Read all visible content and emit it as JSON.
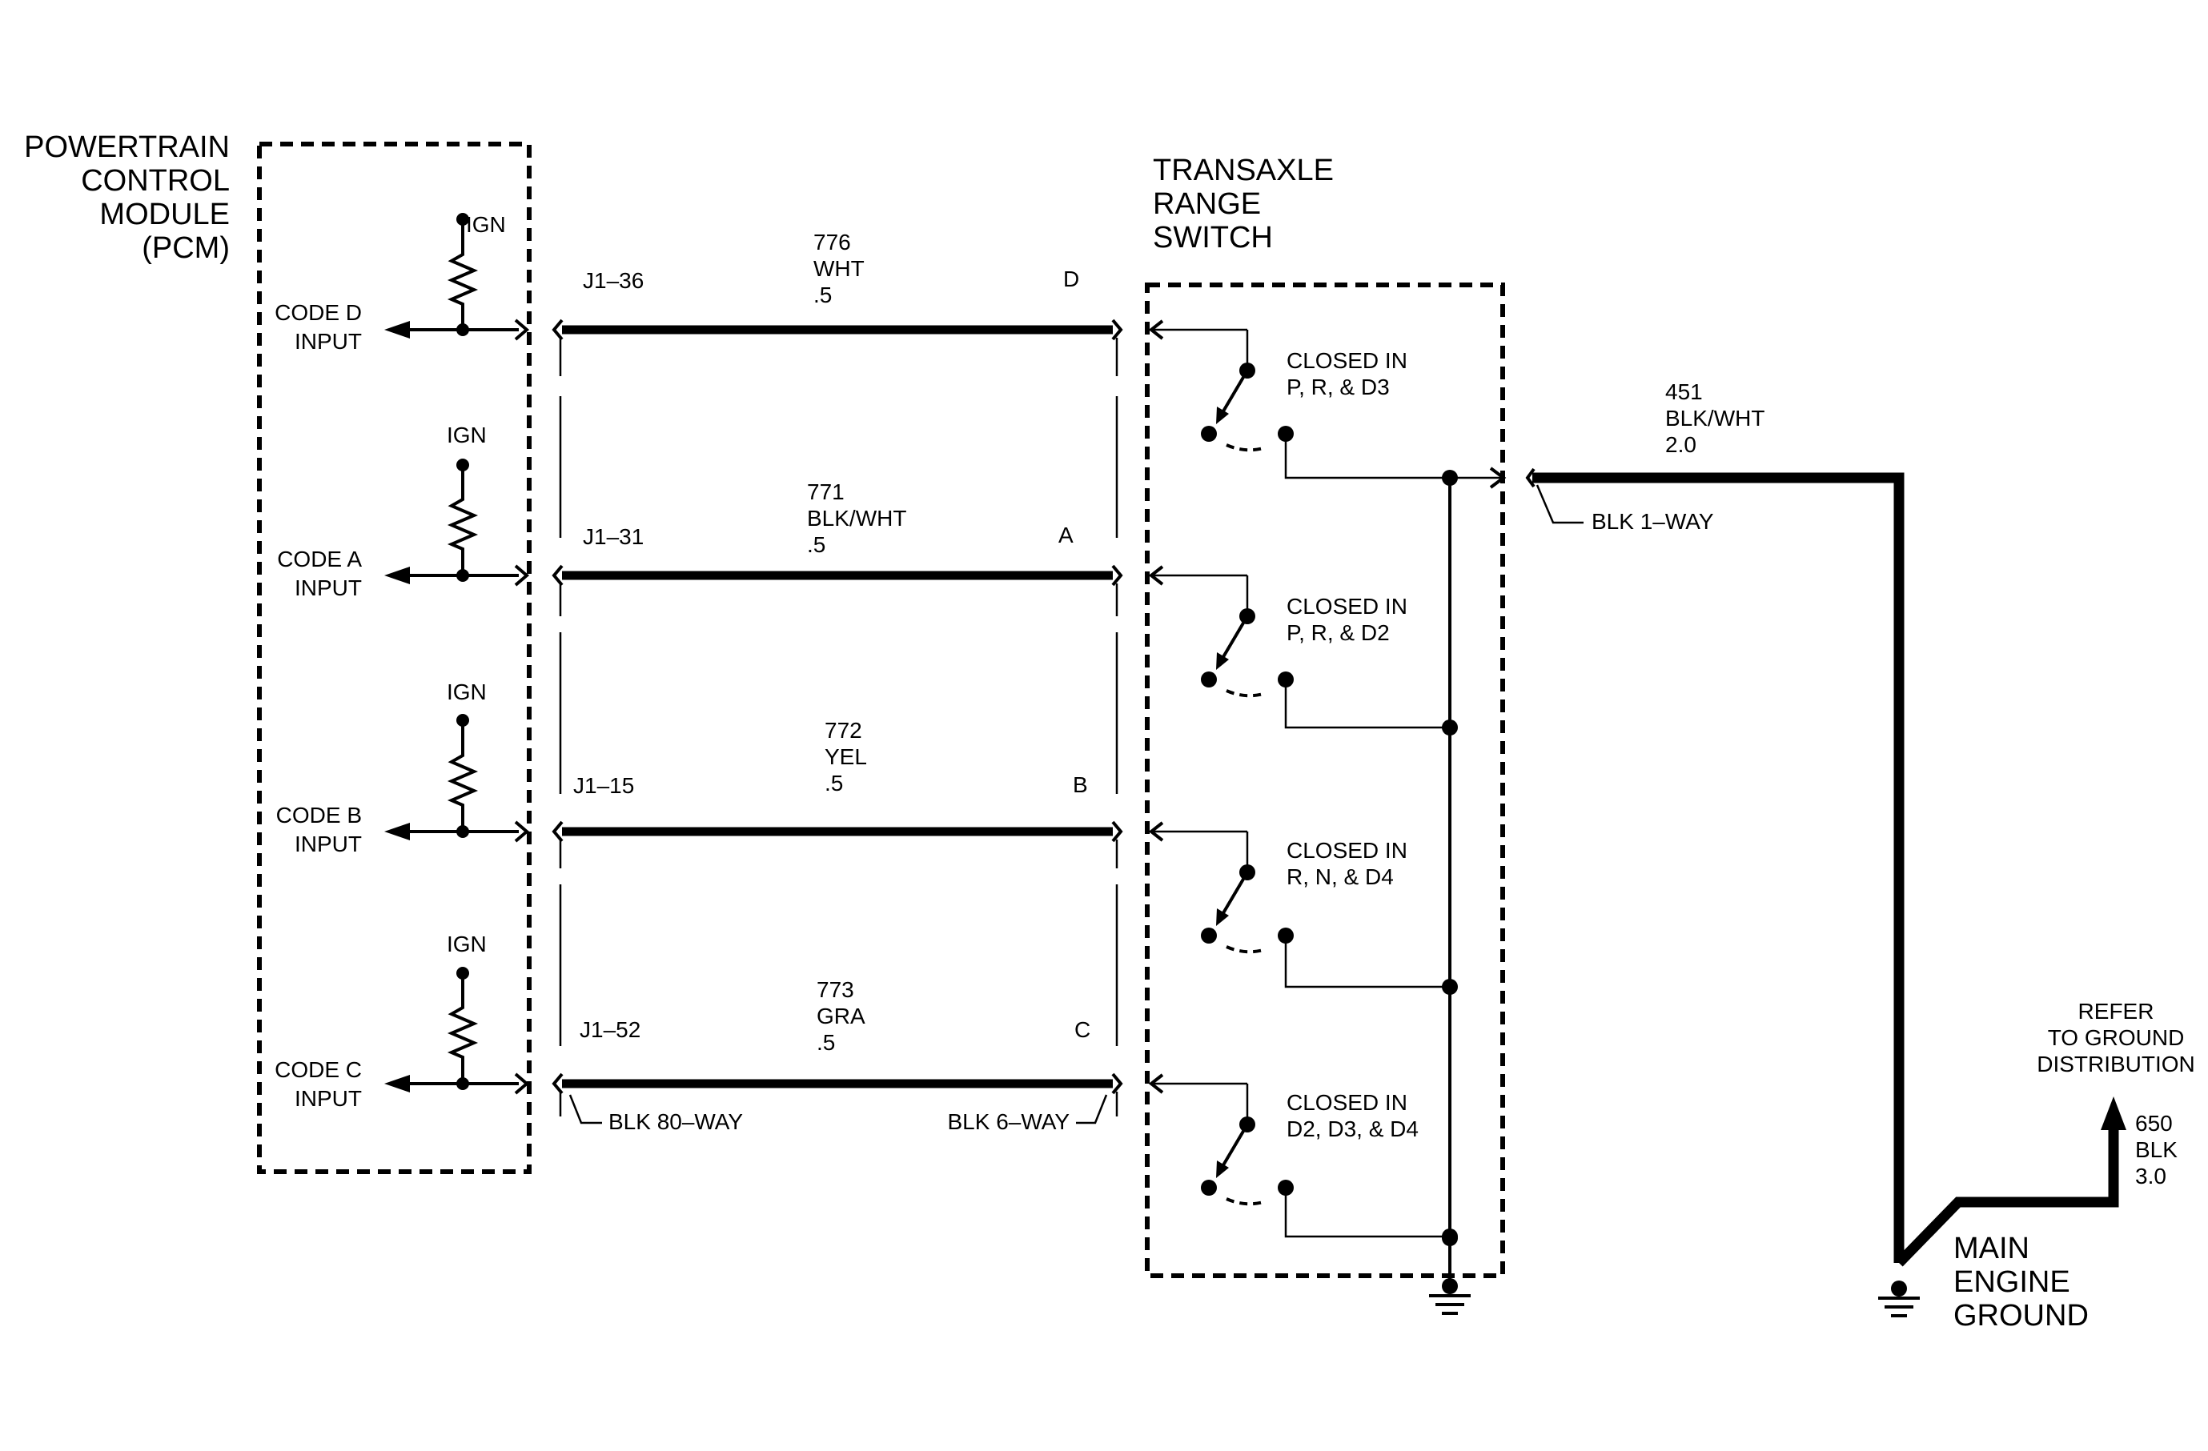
{
  "pcm": {
    "title_lines": [
      "POWERTRAIN",
      "CONTROL",
      "MODULE",
      "(PCM)"
    ],
    "ign_label": "IGN",
    "inputs": [
      {
        "line1": "CODE D",
        "line2": "INPUT"
      },
      {
        "line1": "CODE A",
        "line2": "INPUT"
      },
      {
        "line1": "CODE B",
        "line2": "INPUT"
      },
      {
        "line1": "CODE C",
        "line2": "INPUT"
      }
    ]
  },
  "circuits": [
    {
      "pcm_pin": "J1–36",
      "circuit": "776",
      "color": "WHT",
      "gauge": ".5",
      "switch_pin": "D"
    },
    {
      "pcm_pin": "J1–31",
      "circuit": "771",
      "color": "BLK/WHT",
      "gauge": ".5",
      "switch_pin": "A"
    },
    {
      "pcm_pin": "J1–15",
      "circuit": "772",
      "color": "YEL",
      "gauge": ".5",
      "switch_pin": "B"
    },
    {
      "pcm_pin": "J1–52",
      "circuit": "773",
      "color": "GRA",
      "gauge": ".5",
      "switch_pin": "C"
    }
  ],
  "connectors": {
    "pcm_side": "BLK 80–WAY",
    "switch_side": "BLK 6–WAY",
    "ground_side": "BLK 1–WAY"
  },
  "switch": {
    "title_lines": [
      "TRANSAXLE",
      "RANGE",
      "SWITCH"
    ],
    "contacts": [
      {
        "line1": "CLOSED IN",
        "line2": "P,  R,  & D3"
      },
      {
        "line1": "CLOSED IN",
        "line2": "P,  R,  & D2"
      },
      {
        "line1": "CLOSED IN",
        "line2": "R,  N,  & D4"
      },
      {
        "line1": "CLOSED IN",
        "line2": "D2,  D3,  & D4"
      }
    ]
  },
  "ground_wire": {
    "circuit": "451",
    "color": "BLK/WHT",
    "gauge": "2.0"
  },
  "ground_distribution": {
    "refer_lines": [
      "REFER",
      "TO GROUND",
      "DISTRIBUTION"
    ],
    "circuit": "650",
    "color": "BLK",
    "gauge": "3.0"
  },
  "main_ground": {
    "title_lines": [
      "MAIN",
      "ENGINE",
      "GROUND"
    ]
  }
}
